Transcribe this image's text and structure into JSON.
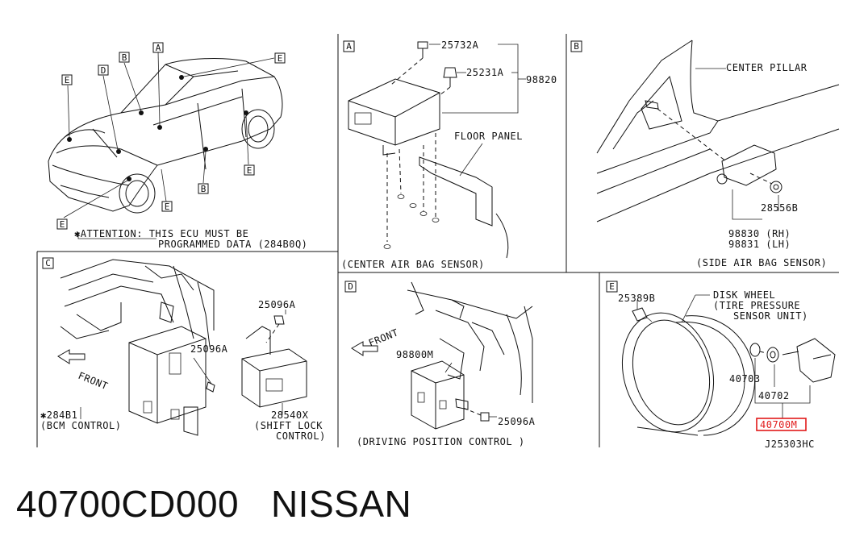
{
  "caption": {
    "part_number": "40700CD000",
    "brand": "NISSAN"
  },
  "diagram_code": "J25303HC",
  "panel_markers": {
    "a": "A",
    "b": "B",
    "c": "C",
    "d": "D",
    "e": "E"
  },
  "overview": {
    "location_markers": [
      "A",
      "B",
      "D",
      "E",
      "E",
      "E",
      "E",
      "E",
      "B"
    ],
    "attention_line1": "✱ATTENTION: THIS ECU MUST BE",
    "attention_line2": "PROGRAMMED DATA (284B0Q)"
  },
  "panel_a": {
    "parts": [
      "25732A",
      "25231A",
      "98820"
    ],
    "floor_panel": "FLOOR PANEL",
    "caption": "(CENTER AIR BAG SENSOR)"
  },
  "panel_b": {
    "center_pillar": "CENTER PILLAR",
    "parts": [
      "28556B",
      "98830 (RH)",
      "98831 (LH)"
    ],
    "caption": "(SIDE AIR BAG SENSOR)"
  },
  "panel_c": {
    "front": "FRONT",
    "parts": [
      "25096A",
      "25096A",
      "28540X"
    ],
    "bcm_part": "✱284B1",
    "bcm_caption": "(BCM CONTROL)",
    "shift_caption_1": "(SHIFT LOCK",
    "shift_caption_2": "CONTROL)"
  },
  "panel_d": {
    "front": "FRONT",
    "parts": [
      "98800M",
      "25096A"
    ],
    "caption": "(DRIVING POSITION CONTROL )"
  },
  "panel_e": {
    "parts": [
      "25389B",
      "40703",
      "40702",
      "40700M"
    ],
    "disk_wheel_1": "DISK WHEEL",
    "disk_wheel_2": "(TIRE PRESSURE",
    "disk_wheel_3": "SENSOR UNIT)",
    "highlight_color": "#e11919"
  }
}
